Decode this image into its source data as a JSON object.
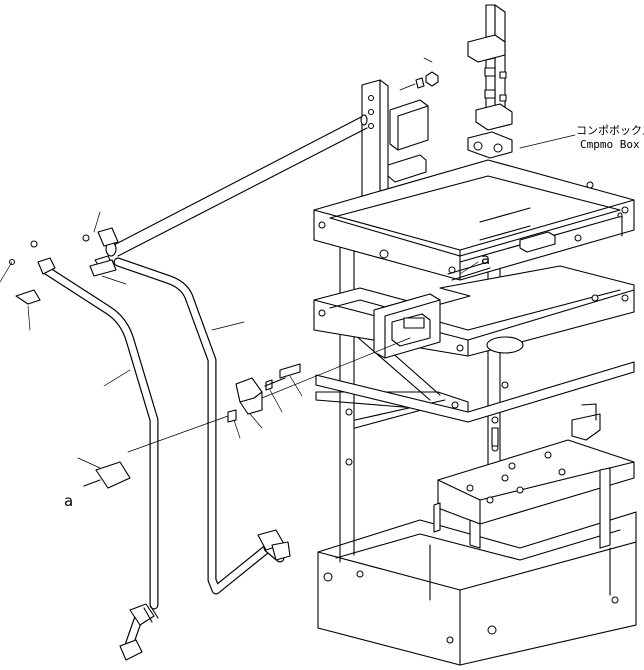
{
  "callout": {
    "label_jp": "コンポボックス",
    "label_en": "Cmpmo Box"
  },
  "markers": {
    "a_upper": "a",
    "a_lower": "a"
  },
  "colors": {
    "ink": "#000000",
    "paper": "#ffffff"
  }
}
